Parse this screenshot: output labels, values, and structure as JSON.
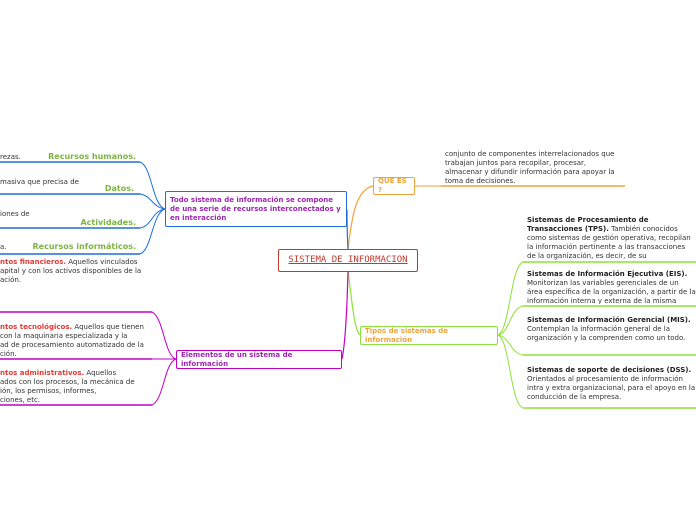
{
  "central": {
    "title": "SISTEMA DE INFORMACION"
  },
  "colors": {
    "central": "#c0392b",
    "blue": "#1e6fd9",
    "purple": "#c400c4",
    "orange": "#f2a23a",
    "green": "#8ee03a"
  },
  "que_es": {
    "label": "QUE ES ?",
    "description": "conjunto de componentes interrelacionados que trabajan juntos para recopilar, procesar, almacenar y difundir información para apoyar la toma de decisiones."
  },
  "todo_sistema": {
    "label": "Todo sistema de información se compone de una serie de recursos interconectados y en interacción",
    "items": [
      {
        "text": "rezas.",
        "label": "Recursos humanos."
      },
      {
        "text": "masiva que precisa de",
        "label": "Datos."
      },
      {
        "text": "iones de",
        "label": "Actividades."
      },
      {
        "text": "a.",
        "label": "Recursos informáticos."
      }
    ]
  },
  "elementos": {
    "label": "Elementos de un sistema de información",
    "items": [
      {
        "title": "ntos financieros.",
        "lines": [
          "Aquellos vinculados",
          "apital y con los activos disponibles de la",
          "ación."
        ]
      },
      {
        "title": "ntos tecnológicos.",
        "lines": [
          "Aquellos que tienen",
          "con la maquinaria especializada y la",
          "ad de procesamiento automatizado de la",
          "ción."
        ]
      },
      {
        "title": "ntos administrativos.",
        "lines": [
          "Aquellos",
          "ados con los procesos, la mecánica de",
          "ión, los permisos, informes,",
          "ciones, etc."
        ]
      }
    ]
  },
  "tipos": {
    "label": "Tipos de sistemas de información",
    "items": [
      {
        "title": "Sistemas de Procesamiento de Transacciones (TPS).",
        "text": "También conocidos como sistemas de gestión operativa, recopilan la información pertinente a las transacciones de la organización, es decir, de su funcionamiento."
      },
      {
        "title": "Sistemas de Información Ejecutiva (EIS).",
        "text": "Monitorizan las variables gerenciales de un área específica de la organización, a partir de la información interna y externa de la misma"
      },
      {
        "title": "Sistemas de Información Gerencial (MIS).",
        "text": "Contemplan la información general de la organización y la comprenden como un todo."
      },
      {
        "title": "Sistemas de soporte de decisiones (DSS).",
        "text": "Orientados al procesamiento de información intra y extra organizacional, para el apoyo en la conducción de la empresa."
      }
    ]
  }
}
